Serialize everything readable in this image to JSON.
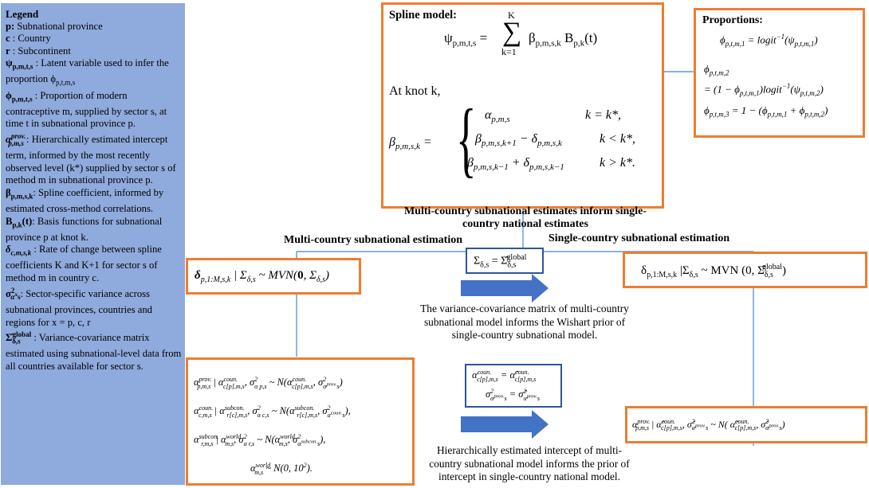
{
  "legend": {
    "title": "Legend",
    "rows": [
      {
        "sym": "p:",
        "text": " Subnational province"
      },
      {
        "sym": "c",
        "text": " : Country"
      },
      {
        "sym": "r",
        "text": " : Subcontinent"
      },
      {
        "sym": "ψp,m,t,s",
        "text": " : Latent variable used to infer the proportion ϕp,t,m,s"
      },
      {
        "sym": "ϕp,m,t,s",
        "text": " : Proportion of modern contraceptive m, supplied by sector s, at time t in subnational province p."
      },
      {
        "sym": "αp,m,s prov.",
        "text": " : Hierarchically estimated intercept term, informed by the most recently observed level (k*) supplied by sector s of method m in subnational province p."
      },
      {
        "sym": "βp,m,s,k",
        "text": ": Spline coefficient, informed by estimated cross-method correlations."
      },
      {
        "sym": "Bp,k(t)",
        "text": ": Basis functions for subnational province p at knot k."
      },
      {
        "sym": "δc,m,s,k",
        "text": " : Rate of change between spline coefficients K and K+1 for sector s of method m in country c."
      },
      {
        "sym": "σ²αxs",
        "text": ": Sector-specific variance across subnational provinces, countries and regions for x = p, c, r"
      },
      {
        "sym": "Σ̂δ,s global",
        "text": " : Variance-covariance matrix estimated using subnational-level data from all countries available for sector s."
      }
    ]
  },
  "spline": {
    "title": "Spline model:",
    "at_knot": "At knot k,"
  },
  "proportions": {
    "title": "Proportions:"
  },
  "headings": {
    "multi": "Multi-country subnational estimation",
    "single": "Single-country subnational estimation",
    "inform": "Multi-country subnational estimates inform single-country national estimates"
  },
  "notes": {
    "vcov": "The variance-covariance matrix of multi-country subnational model informs the Wishart prior of single-country subnational model.",
    "intercept": "Hierarchically estimated intercept of multi-country subnational model informs the prior of intercept in single-country national model."
  },
  "colors": {
    "legend_bg": "#8faadc",
    "orange": "#ed7d31",
    "blue": "#2f5597",
    "arrow": "#4472c4",
    "line": "#5b9bd5"
  }
}
